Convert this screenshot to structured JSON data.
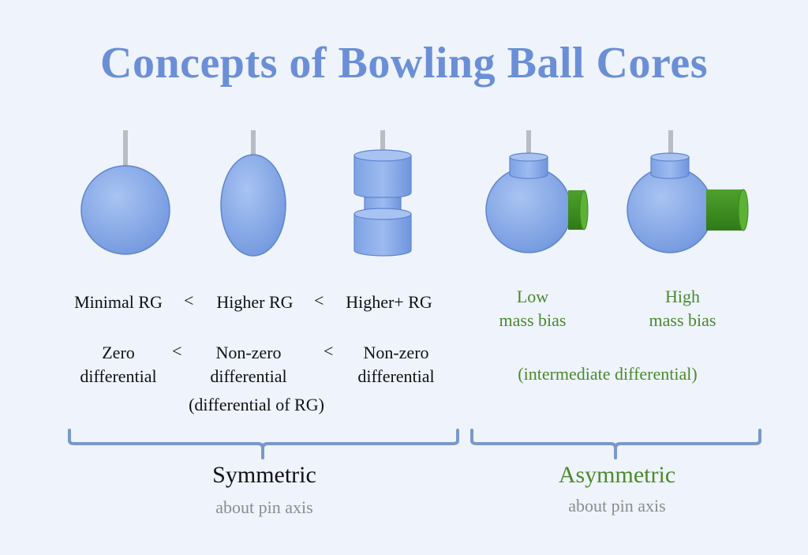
{
  "title": "Concepts of Bowling Ball Cores",
  "symmetric": {
    "rg": [
      "Minimal RG",
      "Higher RG",
      "Higher+ RG"
    ],
    "rg_operators": [
      "<",
      "<"
    ],
    "diff_line1": [
      "Zero",
      "Non-zero",
      "Non-zero"
    ],
    "diff_line2": [
      "differential",
      "differential",
      "differential"
    ],
    "diff_operators": [
      "<",
      "<"
    ],
    "diff_note": "(differential of RG)",
    "group_label": "Symmetric",
    "group_sub": "about pin axis"
  },
  "asymmetric": {
    "bias_line1": [
      "Low",
      "High"
    ],
    "bias_line2": [
      "mass bias",
      "mass bias"
    ],
    "note": "(intermediate differential)",
    "group_label": "Asymmetric",
    "group_sub": "about pin axis"
  },
  "colors": {
    "title": "#6b8fd6",
    "core_fill": "#7fa3e6",
    "core_stroke": "#5f84cf",
    "mass_bias": "#3f8f23",
    "asym_text": "#4b8a2b",
    "bracket": "#7a98c9",
    "background": "#eef3fc"
  }
}
